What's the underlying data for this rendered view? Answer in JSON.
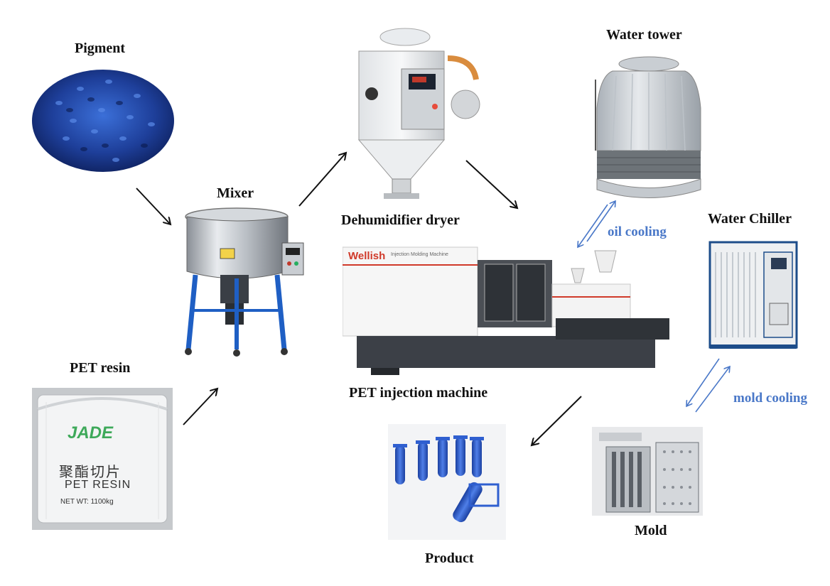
{
  "labels": {
    "pigment": "Pigment",
    "mixer": "Mixer",
    "pet_resin": "PET resin",
    "dryer": "Dehumidifier dryer",
    "water_tower": "Water tower",
    "water_chiller": "Water Chiller",
    "injection_machine": "PET injection machine",
    "product": "Product",
    "mold": "Mold",
    "oil_cooling": "oil cooling",
    "mold_cooling": "mold cooling"
  },
  "images": {
    "bag_brand": "JADE",
    "bag_chinese": "聚酯切片",
    "bag_line1": "PET RESIN",
    "bag_line2": "NET WT: 1100kg",
    "machine_brand": "Wellish",
    "machine_subtitle": "Injection Molding Machine"
  },
  "colors": {
    "accent_blue": "#4a78c8",
    "arrow": "#111111",
    "pigment_blue": "#1e3f9a",
    "preform_blue": "#2f5fd0"
  }
}
